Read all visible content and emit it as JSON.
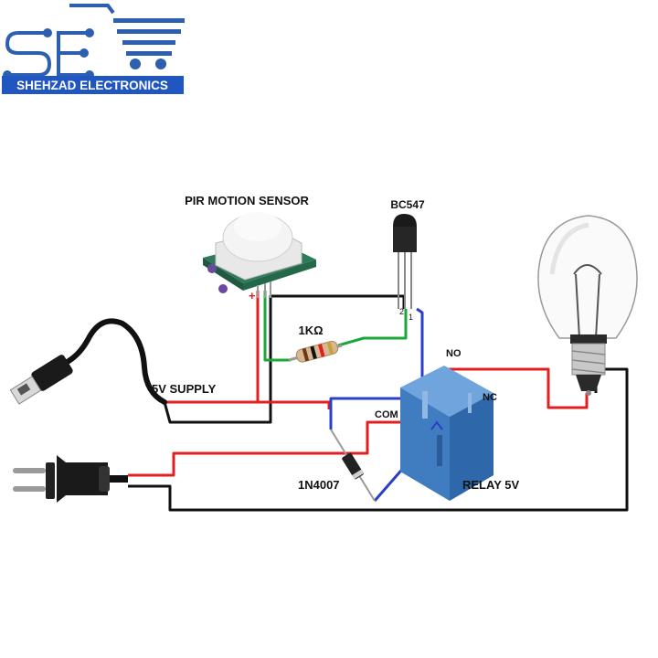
{
  "logo": {
    "letters": "SE",
    "company": "SHEHZAD ELECTRONICS",
    "brand_color": "#2d5fb0",
    "banner_color": "#1f56c0"
  },
  "labels": {
    "pir_sensor": "PIR MOTION SENSOR",
    "transistor": "BC547",
    "resistor": "1KΩ",
    "supply": "5V SUPPLY",
    "relay": "RELAY 5V",
    "diode": "1N4007",
    "no": "NO",
    "nc": "NC",
    "com": "COM",
    "plus": "+",
    "pin2": "2",
    "pin1": "1"
  },
  "colors": {
    "red_wire": "#e02020",
    "black_wire": "#111111",
    "green_wire": "#1aa83a",
    "blue_wire": "#2a3fc8",
    "relay_body": "#4a86c8",
    "pir_board": "#2f7a5a"
  },
  "icons": [
    "usb-plug-icon",
    "mains-plug-icon",
    "light-bulb-icon",
    "pir-sensor-icon",
    "transistor-icon",
    "resistor-icon",
    "diode-icon",
    "relay-icon",
    "shopping-cart-icon"
  ]
}
